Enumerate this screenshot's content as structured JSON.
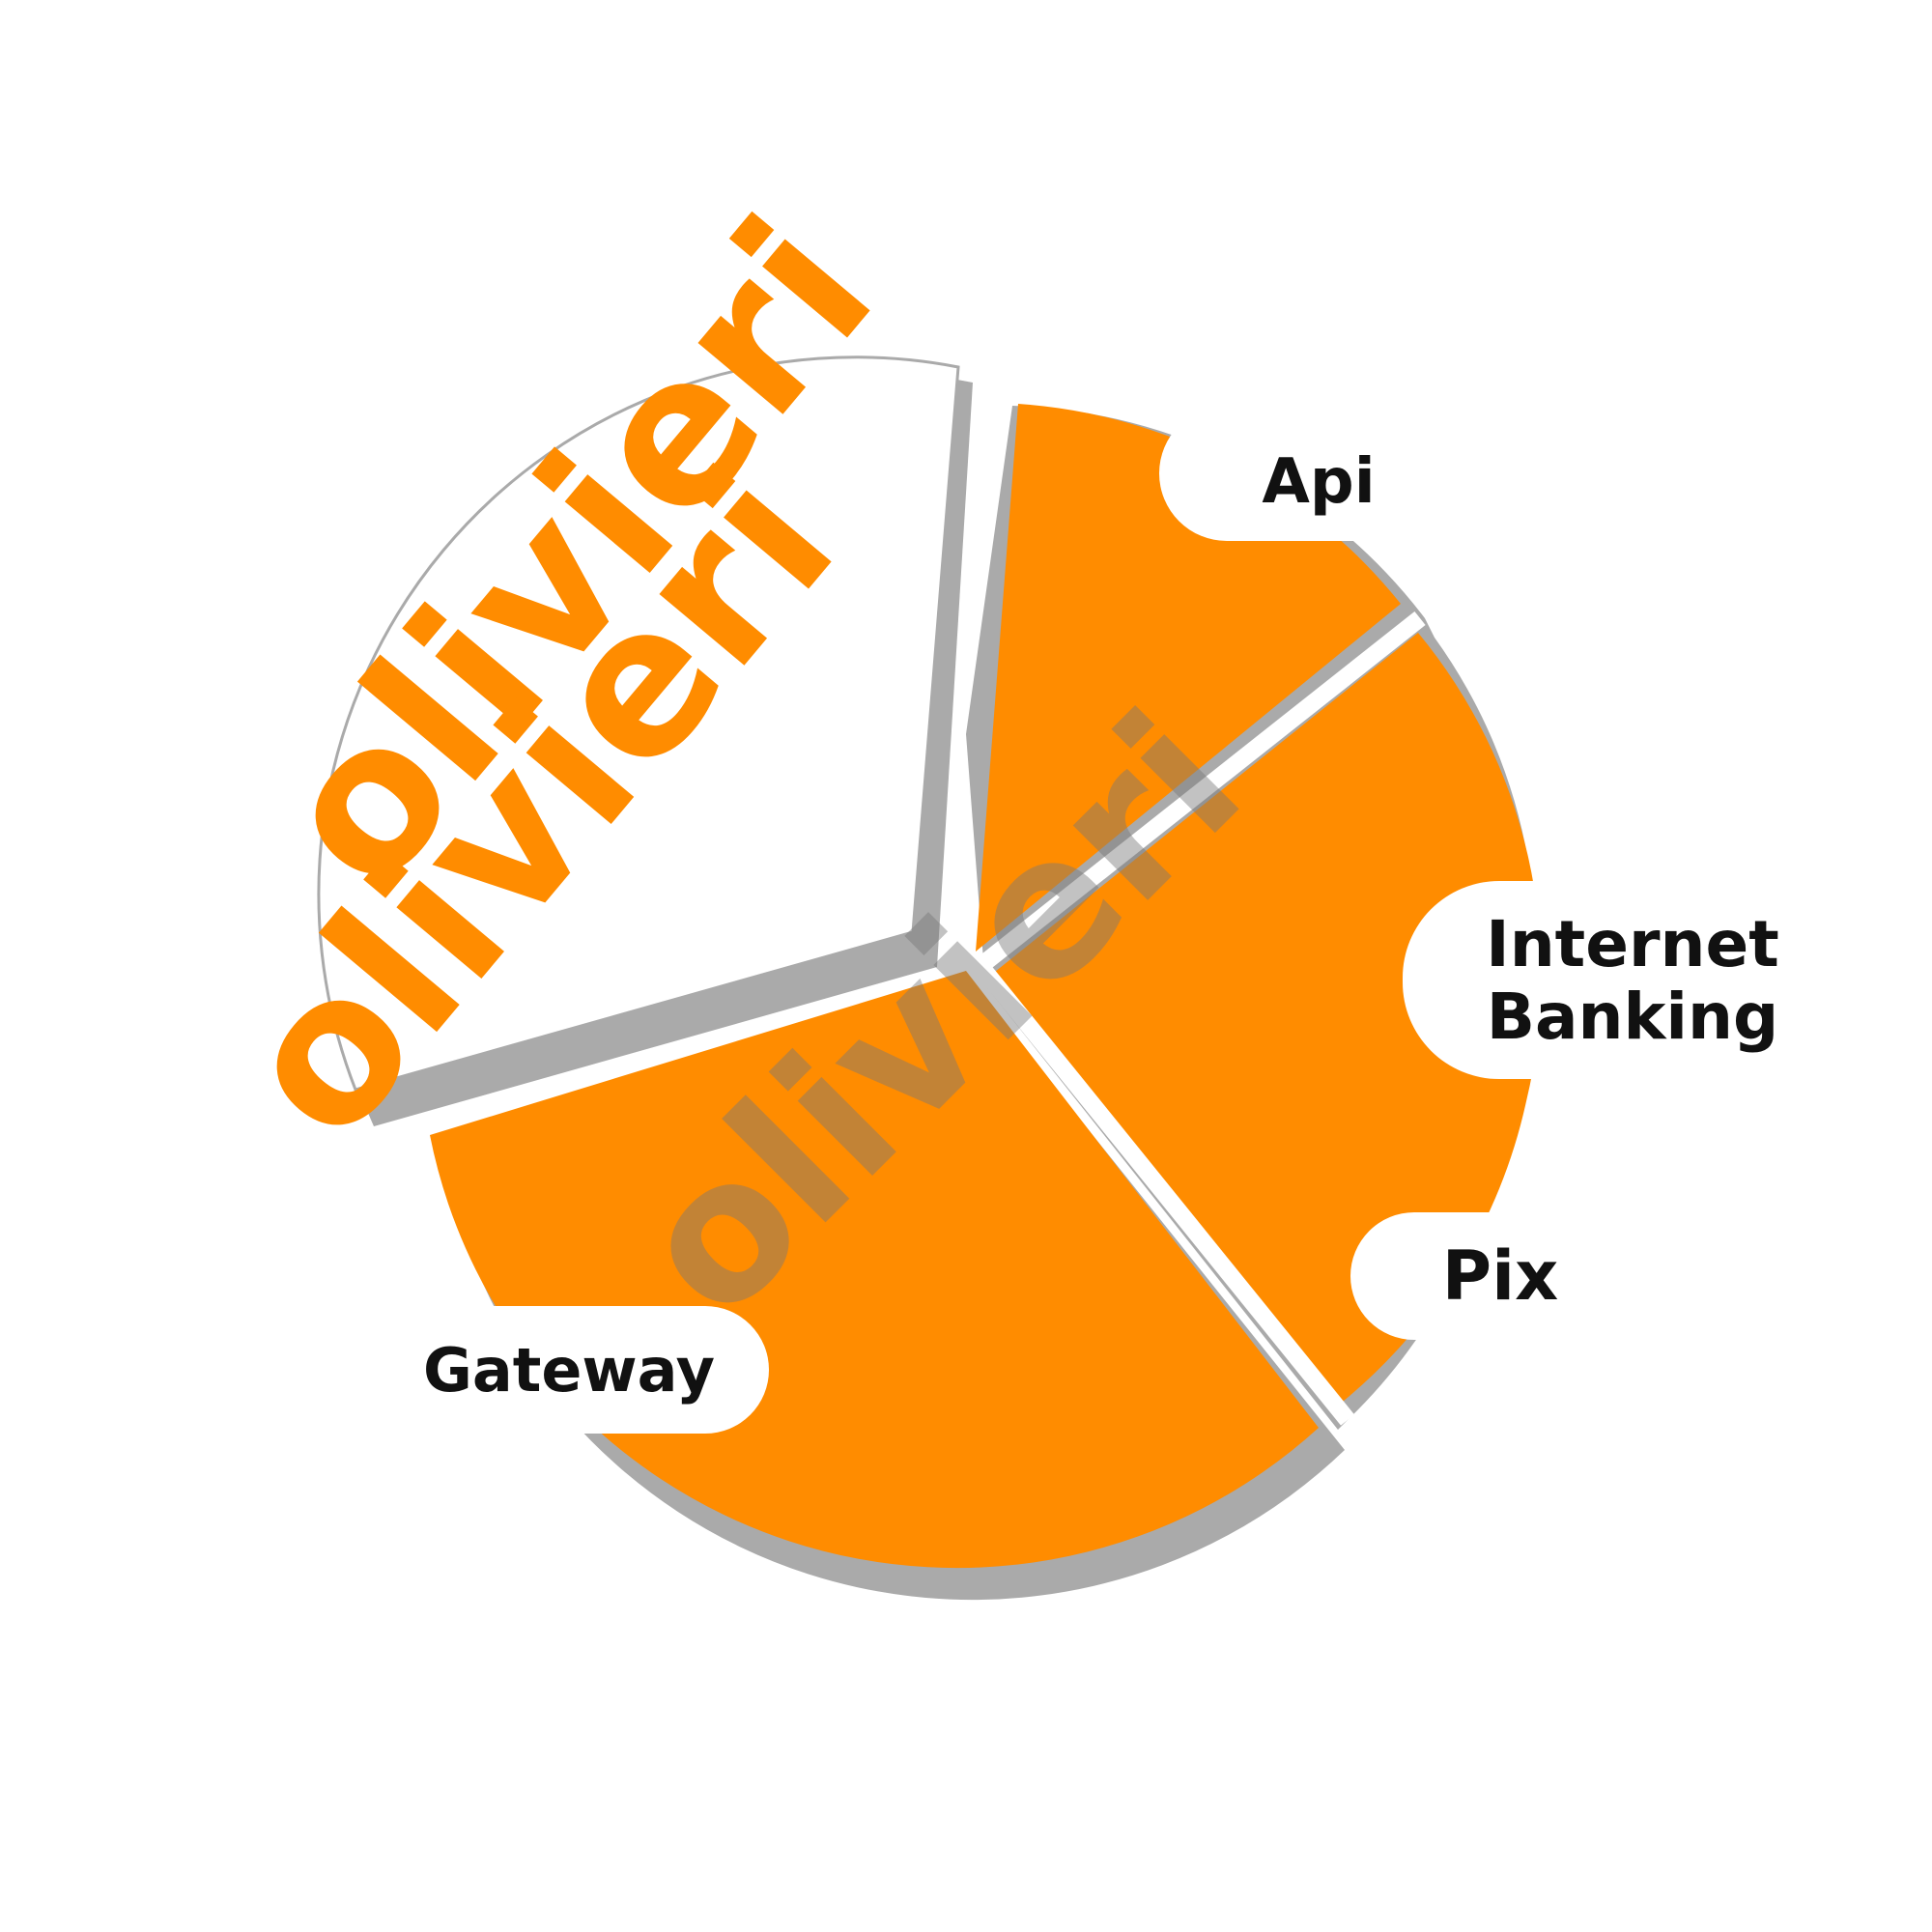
{
  "diagram": {
    "segments": [
      {
        "id": "api",
        "label": "Api"
      },
      {
        "id": "internet-banking",
        "label_lines": [
          "Internet",
          "Banking"
        ]
      },
      {
        "id": "pix",
        "label": "Pix"
      },
      {
        "id": "gateway",
        "label": "Gateway"
      },
      {
        "id": "blank",
        "label": ""
      }
    ]
  },
  "watermark": {
    "text": "olivieri",
    "text2": "olivieri",
    "text3": "olivieri"
  },
  "colors": {
    "accent": "#FF8C00",
    "shadow": "#AAAAAA",
    "text": "#111111",
    "background": "#FFFFFF"
  }
}
